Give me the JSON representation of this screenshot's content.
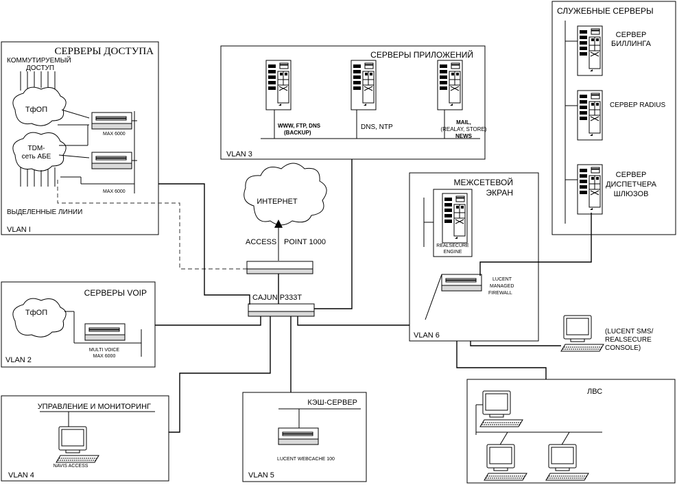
{
  "access": {
    "title": "СЕРВЕРЫ ДОСТУПА",
    "dialup_line1": "КОММУТИРУЕМЫЙ",
    "dialup_line2": "ДОСТУП",
    "pstn": "ТфОП",
    "tdm_line1": "TDM-",
    "tdm_line2": "сеть АБЕ",
    "max_top": "MAX 6000",
    "max_bottom": "MAX 6000",
    "leased": "ВЫДЕЛЕННЫЕ ЛИНИИ",
    "vlan": "VLAN I"
  },
  "apps": {
    "title": "СЕРВЕРЫ ПРИЛОЖЕНИЙ",
    "srv1_line1": "WWW, FTP, DNS",
    "srv1_line2": "(BACKUP)",
    "srv2": "DNS, NTP",
    "srv3_line1": "MAIL,",
    "srv3_line2": "(REALAY, STORE)",
    "srv3_line3": "NEWS",
    "vlan": "VLAN 3"
  },
  "service": {
    "title": "СЛУЖЕБНЫЕ СЕРВЕРЫ",
    "billing_line1": "СЕРВЕР",
    "billing_line2": "БИЛЛИНГА",
    "radius": "СЕРВЕР RADIUS",
    "gw_line1": "СЕРВЕР",
    "gw_line2": "ДИСПЕТЧЕРА",
    "gw_line3": "ШЛЮЗОВ"
  },
  "internet": {
    "cloud": "ИНТЕРНЕТ",
    "ap_left": "ACCESS",
    "ap_right": "POINT 1000"
  },
  "firewall": {
    "title_line1": "МЕЖСЕТЕВОЙ",
    "title_line2": "ЭКРАН",
    "rs_line1": "REALSECURE",
    "rs_line2": "ENGINE",
    "lf_line1": "LUCENT",
    "lf_line2": "MANAGED",
    "lf_line3": "FIREWALL",
    "vlan": "VLAN 6"
  },
  "switch": {
    "label": "CAJUN P333T"
  },
  "voip": {
    "title": "СЕРВЕРЫ VOIP",
    "pstn": "ТфОП",
    "dev_line1": "MULTI VOICE",
    "dev_line2": "MAX 6000",
    "vlan": "VLAN 2"
  },
  "console": {
    "line1": "(LUCENT SMS/",
    "line2": "REALSECURE",
    "line3": "CONSOLE)"
  },
  "mgmt": {
    "title": "УПРАВЛЕНИЕ И МОНИТОРИНГ",
    "pc": "NAVIS ACCESS",
    "vlan": "VLAN 4"
  },
  "cache": {
    "title": "КЭШ-СЕРВЕР",
    "dev": "LUCENT WEBCACHE 100",
    "vlan": "VLAN 5"
  },
  "lan": {
    "title": "ЛВС"
  }
}
